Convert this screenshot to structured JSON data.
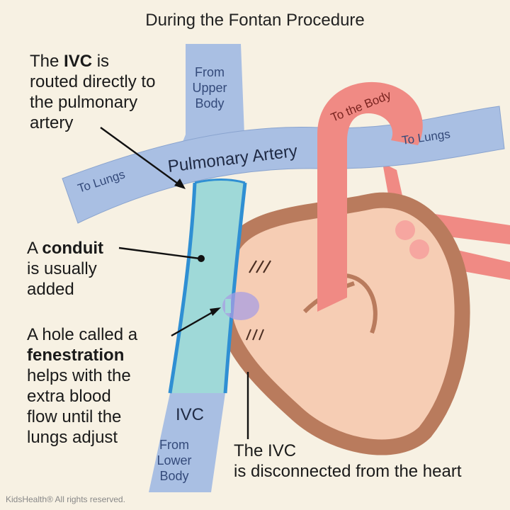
{
  "title": "During the Fontan Procedure",
  "vessel_labels": {
    "from_upper_body": [
      "From",
      "Upper",
      "Body"
    ],
    "pulmonary_artery": "Pulmonary Artery",
    "to_lungs_left": "To Lungs",
    "to_lungs_right": "To Lungs",
    "to_the_body": "To the Body",
    "ivc": "IVC",
    "from_lower_body": [
      "From",
      "Lower",
      "Body"
    ]
  },
  "callouts": {
    "ivc_routed": {
      "pre": "The ",
      "bold": "IVC",
      "post": " is",
      "lines": [
        "routed directly to",
        "the pulmonary",
        "artery"
      ]
    },
    "conduit": {
      "pre": "A ",
      "bold": "conduit",
      "lines": [
        "is usually",
        "added"
      ]
    },
    "fenestration": {
      "first": "A hole called a",
      "bold": "fenestration",
      "lines": [
        "helps with the",
        "extra blood",
        "flow until the",
        "lungs adjust"
      ]
    },
    "ivc_disconnected": {
      "lines": [
        "The IVC",
        "is disconnected from the heart"
      ]
    }
  },
  "footer": "KidsHealth® All rights reserved.",
  "colors": {
    "background": "#f7f1e3",
    "vein_blue": "#a9bfe3",
    "conduit": "#9fd9d8",
    "conduit_edge": "#2f8fd3",
    "aorta": "#f08a84",
    "heart_fill": "#f6cdb4",
    "heart_wall": "#b97b5d"
  }
}
